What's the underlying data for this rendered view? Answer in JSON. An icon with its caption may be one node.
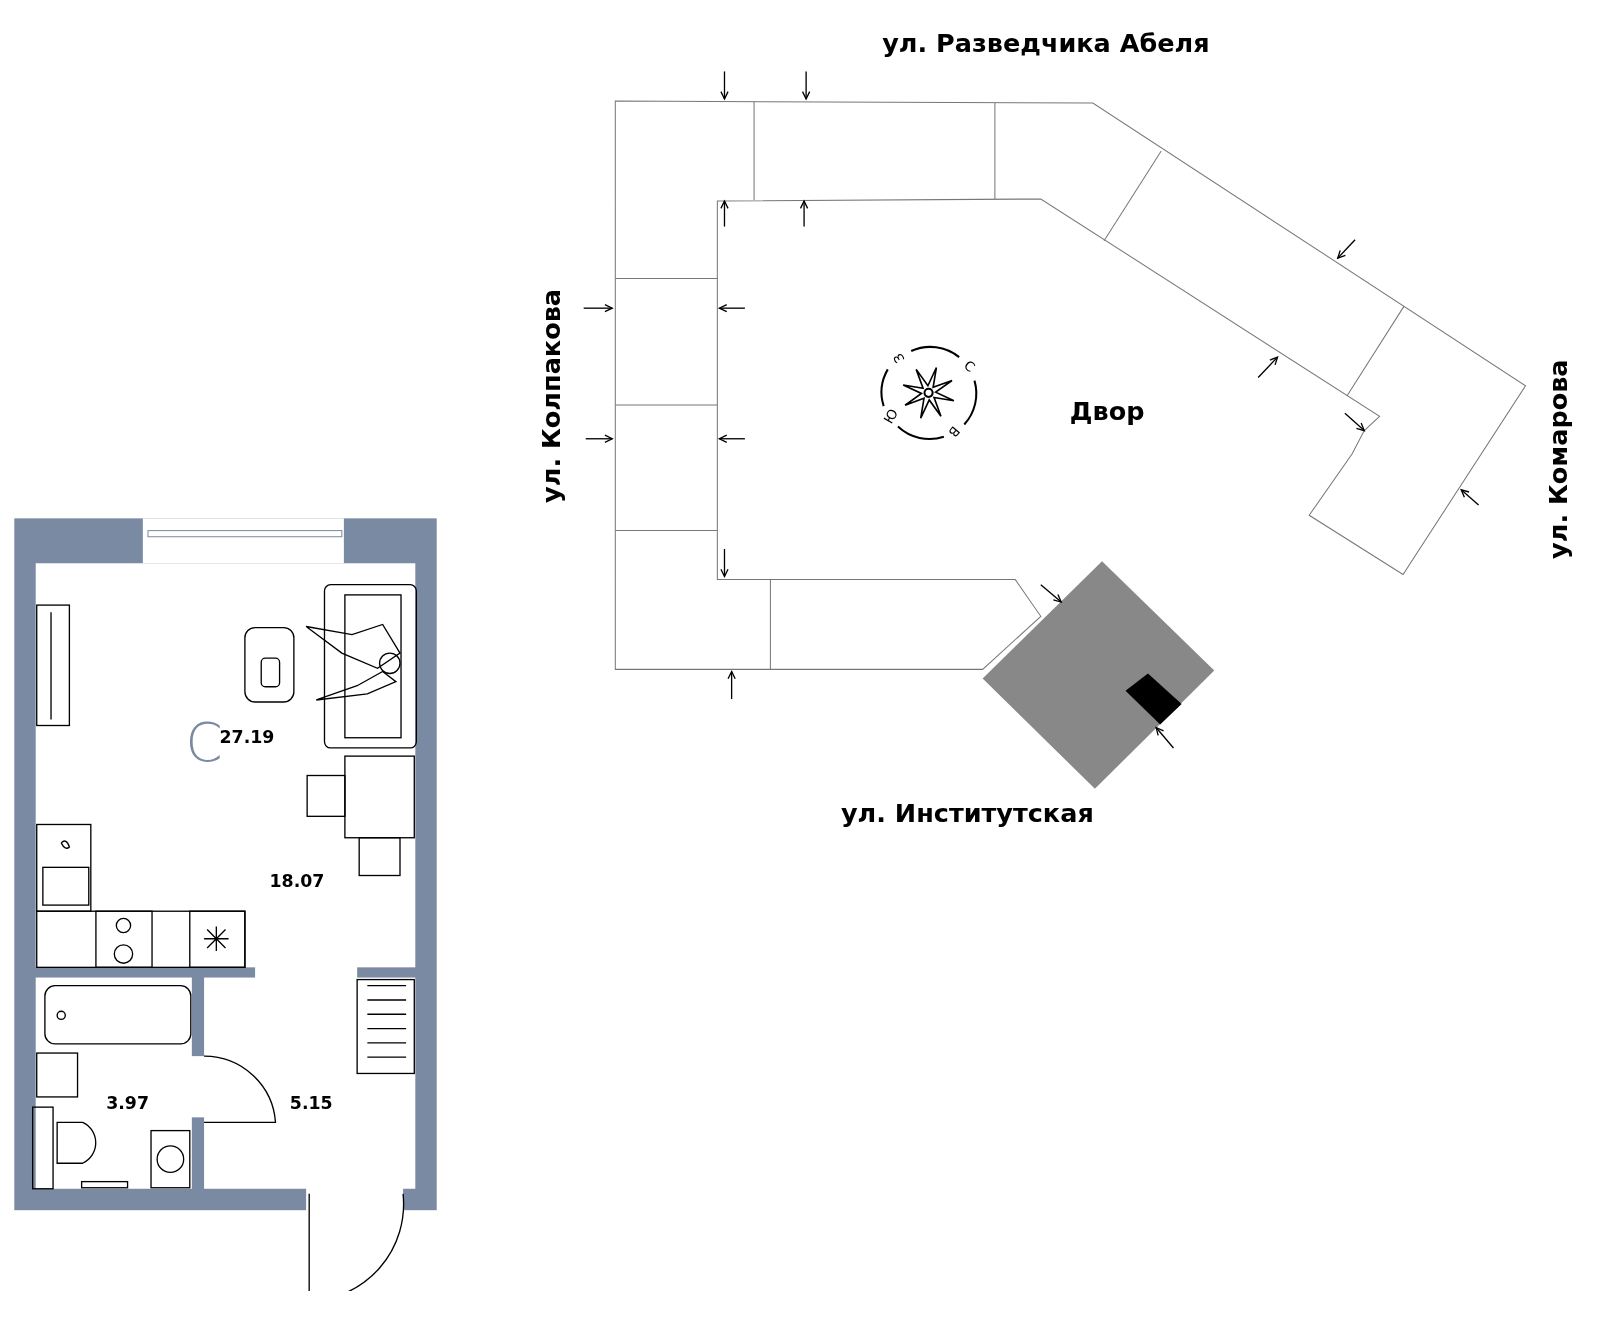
{
  "diagram": {
    "labels": [
      "ул. Разведчика Абеля",
      "ул. Колпакова",
      "З",
      "С",
      "Двор",
      "Ю",
      "В",
      "ул. Комарова",
      "ул. Институтская",
      "С",
      "27.19",
      "18.07",
      "3.97",
      "5.15"
    ]
  }
}
